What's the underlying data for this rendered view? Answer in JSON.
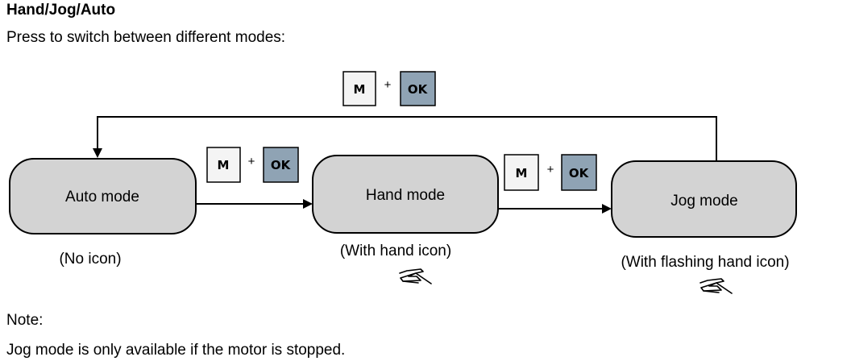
{
  "header": {
    "title": "Hand/Jog/Auto",
    "intro": "Press to switch between different modes:"
  },
  "keys": {
    "m": "M",
    "plus": "+",
    "ok": "OK"
  },
  "modes": [
    {
      "label": "Auto mode",
      "caption": "(No icon)"
    },
    {
      "label": "Hand mode",
      "caption": "(With hand icon)",
      "icon": "hand-icon"
    },
    {
      "label": "Jog mode",
      "caption": "(With flashing hand icon)",
      "icon": "hand-icon"
    }
  ],
  "note": {
    "label": "Note:",
    "text": "Jog mode is only available if the motor is stopped."
  },
  "colors": {
    "mode_box_fill": "#d3d3d3",
    "m_key_fill": "#f4f4f4",
    "ok_key_fill": "#8fa3b4"
  }
}
